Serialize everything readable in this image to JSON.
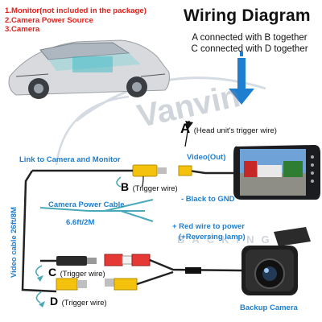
{
  "legend": {
    "items": [
      "1.Monitor(not included in the package)",
      "2.Camera Power Source",
      "3.Camera"
    ]
  },
  "title": "Wiring Diagram",
  "subtitle": [
    "A connected with B together",
    "C connected with D together"
  ],
  "labels": {
    "a_letter": "A",
    "a_text": "(Head unit's trigger wire)",
    "video_out": "Video(Out)",
    "link": "Link to Camera and Monitor",
    "b_letter": "B",
    "b_text": "(Trigger wire)",
    "power_cable": "Camera Power Cable",
    "black_gnd": "- Black to GND",
    "length_small": "6.6ft/2M",
    "red_power": "+ Red wire to power",
    "reversing": "(+Reversing lamp)",
    "video_cable": "Video cable 26ft/8M",
    "c_letter": "C",
    "c_text": "(Trigger wire)",
    "d_letter": "D",
    "d_text": "(Trigger wire)",
    "backup_camera": "Backup Camera"
  },
  "watermark": {
    "brand": "Vanvin",
    "tag": "BACKING"
  },
  "colors": {
    "accent_blue": "#1e7fd0",
    "legend_red": "#e0201b",
    "rca_yellow": "#f4c20d",
    "rca_red": "#e53935"
  }
}
